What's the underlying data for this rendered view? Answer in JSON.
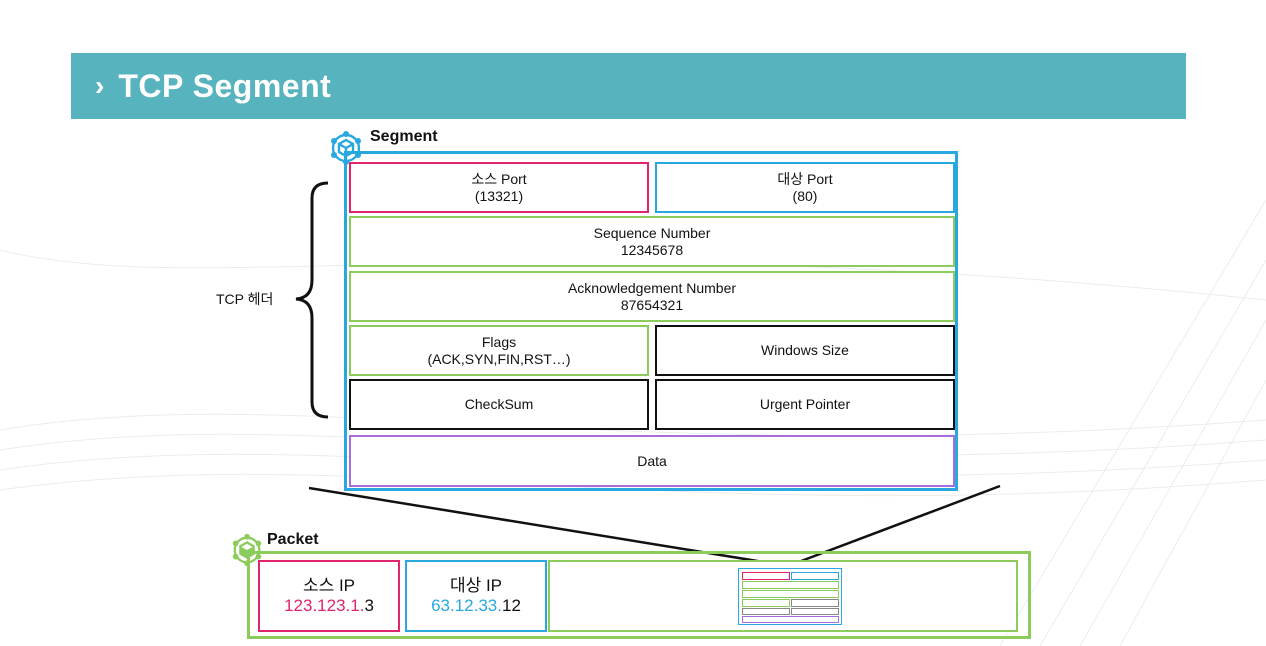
{
  "header": {
    "title": "TCP Segment",
    "chevron": "›"
  },
  "segment": {
    "label": "Segment",
    "fields": {
      "source_port": {
        "label": "소스 Port",
        "value": "(13321)"
      },
      "dest_port": {
        "label": "대상 Port",
        "value": "(80)"
      },
      "sequence": {
        "label": "Sequence Number",
        "value": "12345678"
      },
      "ack": {
        "label": "Acknowledgement Number",
        "value": "87654321"
      },
      "flags": {
        "label": "Flags",
        "value": "(ACK,SYN,FIN,RST…)"
      },
      "window": {
        "label": "Windows Size"
      },
      "checksum": {
        "label": "CheckSum"
      },
      "urgent": {
        "label": "Urgent Pointer"
      },
      "data": {
        "label": "Data"
      }
    }
  },
  "brace": {
    "label": "TCP 헤더"
  },
  "packet": {
    "label": "Packet",
    "source_ip": {
      "label": "소스 IP",
      "ip_colored": "123.123.1.",
      "ip_plain": "3"
    },
    "dest_ip": {
      "label": "대상 IP",
      "ip_colored": "63.12.33.",
      "ip_plain": "12"
    }
  },
  "colors": {
    "header_bg": "#57b4be",
    "source": "#e0246e",
    "destination": "#29a8e0",
    "header_fields": "#8ccc5c",
    "data": "#a66ddb"
  },
  "icons": {
    "segment": "cube-network-icon",
    "packet": "cube-network-icon"
  }
}
